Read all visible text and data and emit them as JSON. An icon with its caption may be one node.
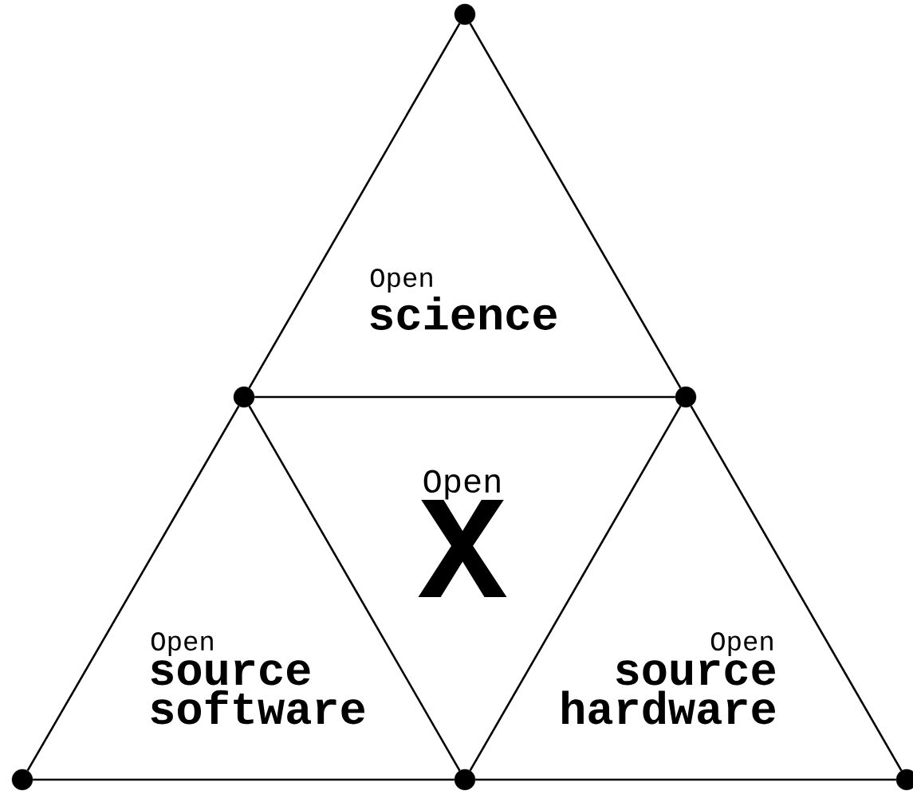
{
  "diagram": {
    "nodes": [
      {
        "text": [],
        "shape": "circle"
      },
      {
        "text": [],
        "shape": "circle"
      },
      {
        "text": [],
        "shape": "circle"
      },
      {
        "text": [],
        "shape": "circle"
      },
      {
        "text": [],
        "shape": "circle"
      },
      {
        "text": [],
        "shape": "circle"
      }
    ],
    "edges": [
      {
        "from": 0,
        "to": 1,
        "arrow": "none"
      },
      {
        "from": 0,
        "to": 2,
        "arrow": "none"
      },
      {
        "from": 1,
        "to": 2,
        "arrow": "none"
      },
      {
        "from": 1,
        "to": 3,
        "arrow": "none"
      },
      {
        "from": 1,
        "to": 4,
        "arrow": "none"
      },
      {
        "from": 2,
        "to": 4,
        "arrow": "none"
      },
      {
        "from": 2,
        "to": 5,
        "arrow": "none"
      },
      {
        "from": 3,
        "to": 4,
        "arrow": "none"
      },
      {
        "from": 4,
        "to": 5,
        "arrow": "none"
      }
    ],
    "labels": [
      "Open",
      "science",
      "Open",
      "X",
      "Open",
      "source software",
      "Open",
      "source hardware"
    ]
  }
}
